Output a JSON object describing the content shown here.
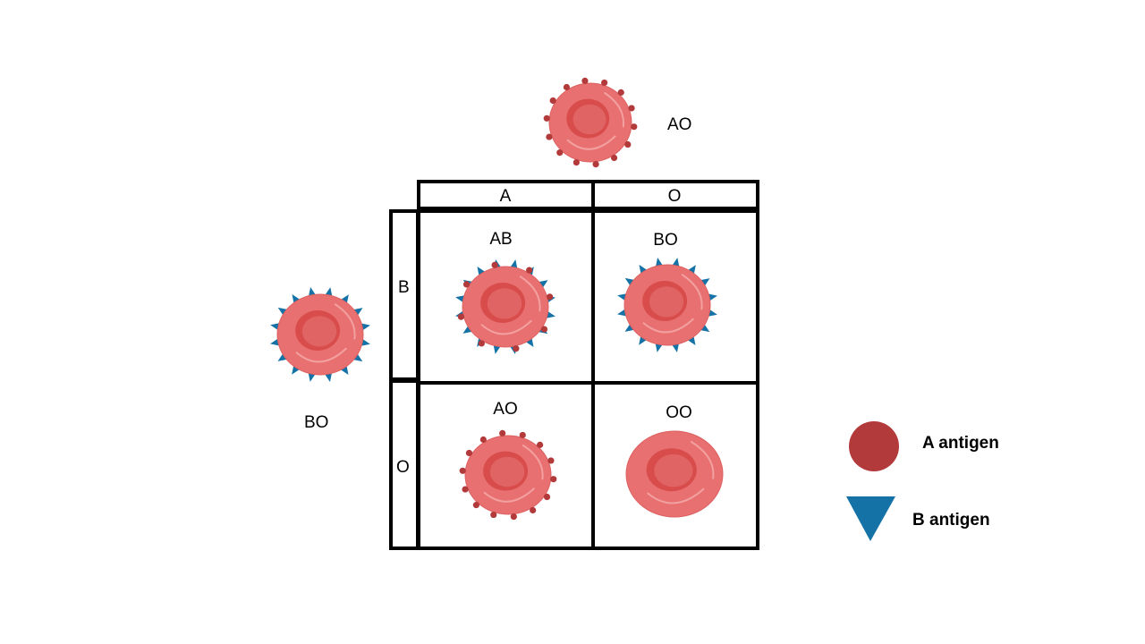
{
  "colors": {
    "cell_body": "#e87070",
    "cell_center": "#d94c4c",
    "cell_center_inner": "#e06464",
    "a_antigen": "#b33a3a",
    "b_antigen": "#1572a6",
    "grid": "#000000"
  },
  "parents": {
    "top": {
      "genotype": "AO",
      "antigen": "A"
    },
    "left": {
      "genotype": "BO",
      "antigen": "B"
    }
  },
  "grid": {
    "column_alleles": [
      "A",
      "O"
    ],
    "row_alleles": [
      "B",
      "O"
    ],
    "cells": [
      {
        "genotype": "AB",
        "antigen": "AB"
      },
      {
        "genotype": "BO",
        "antigen": "B"
      },
      {
        "genotype": "AO",
        "antigen": "A"
      },
      {
        "genotype": "OO",
        "antigen": "none"
      }
    ]
  },
  "legend": {
    "a_antigen_label": "A antigen",
    "b_antigen_label": "B antigen",
    "a_icon": "circle-icon",
    "b_icon": "triangle-icon"
  }
}
